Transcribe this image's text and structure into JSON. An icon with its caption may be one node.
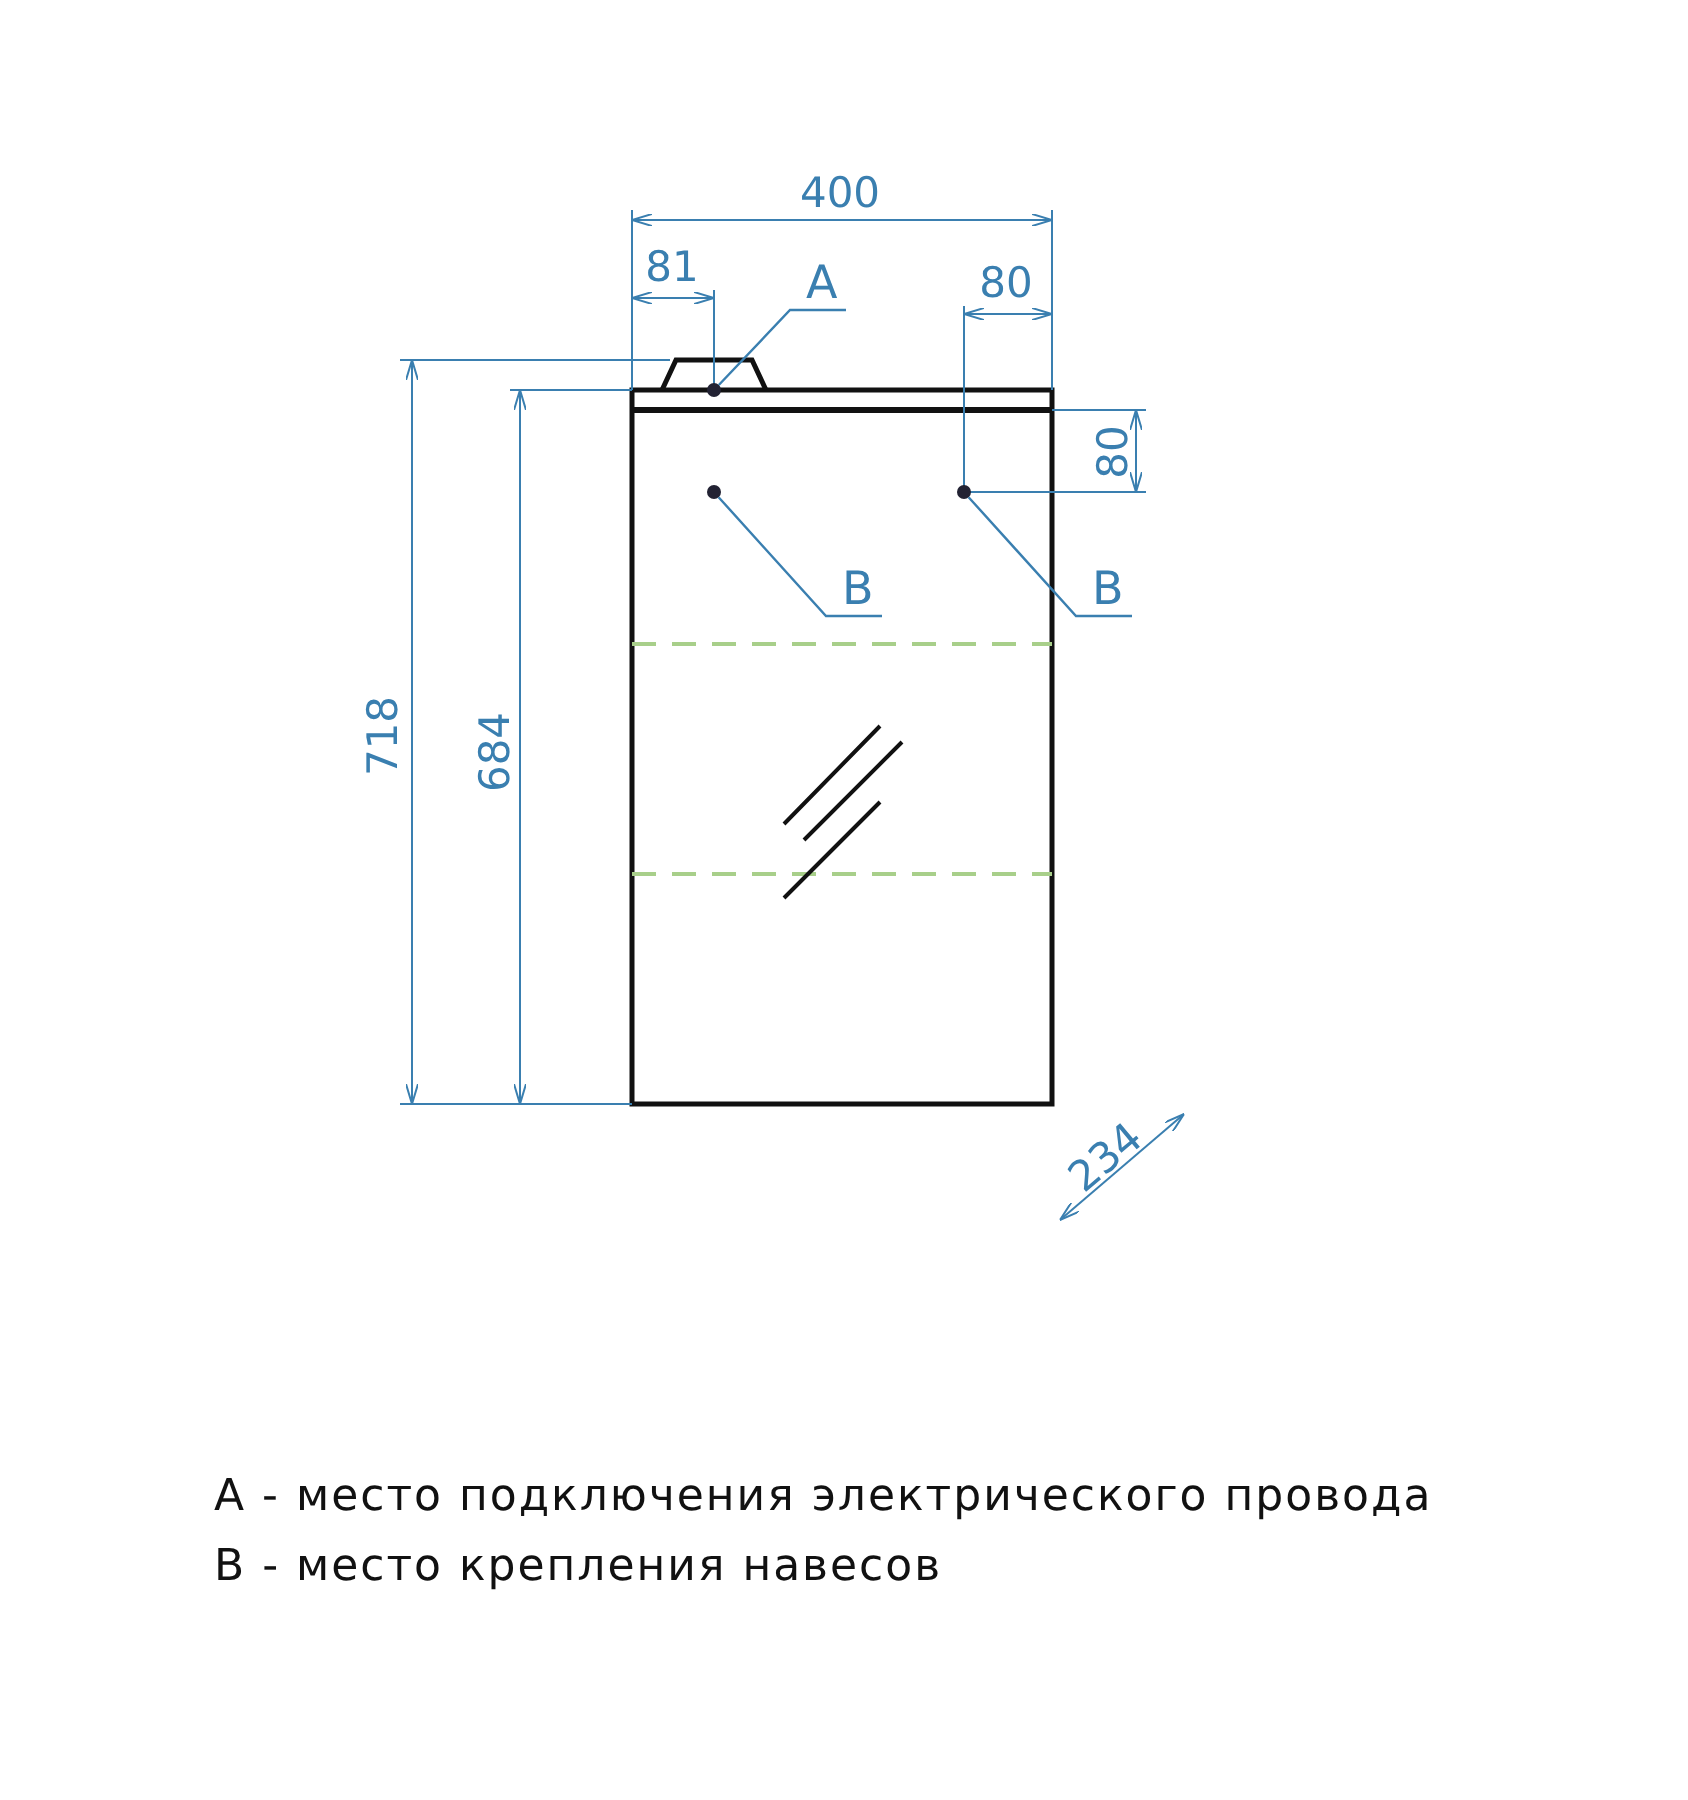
{
  "diagram": {
    "nodes": [
      {
        "text": [
          "A"
        ]
      },
      {
        "text": [],
        "shape": "circle"
      },
      {
        "text": [
          "B"
        ]
      },
      {
        "text": [],
        "shape": "circle"
      },
      {
        "text": [
          "B"
        ]
      },
      {
        "text": [],
        "shape": "circle"
      }
    ],
    "edges": [
      {
        "from": 0,
        "to": 1,
        "arrow": "none"
      },
      {
        "from": 2,
        "to": 3,
        "arrow": "none"
      },
      {
        "from": 4,
        "to": 5,
        "arrow": "none"
      }
    ],
    "labels": [
      "400",
      "81",
      "80",
      "80",
      "718",
      "684",
      "234",
      "A - место подключения электрического провода",
      "B - место крепления навесов"
    ]
  }
}
